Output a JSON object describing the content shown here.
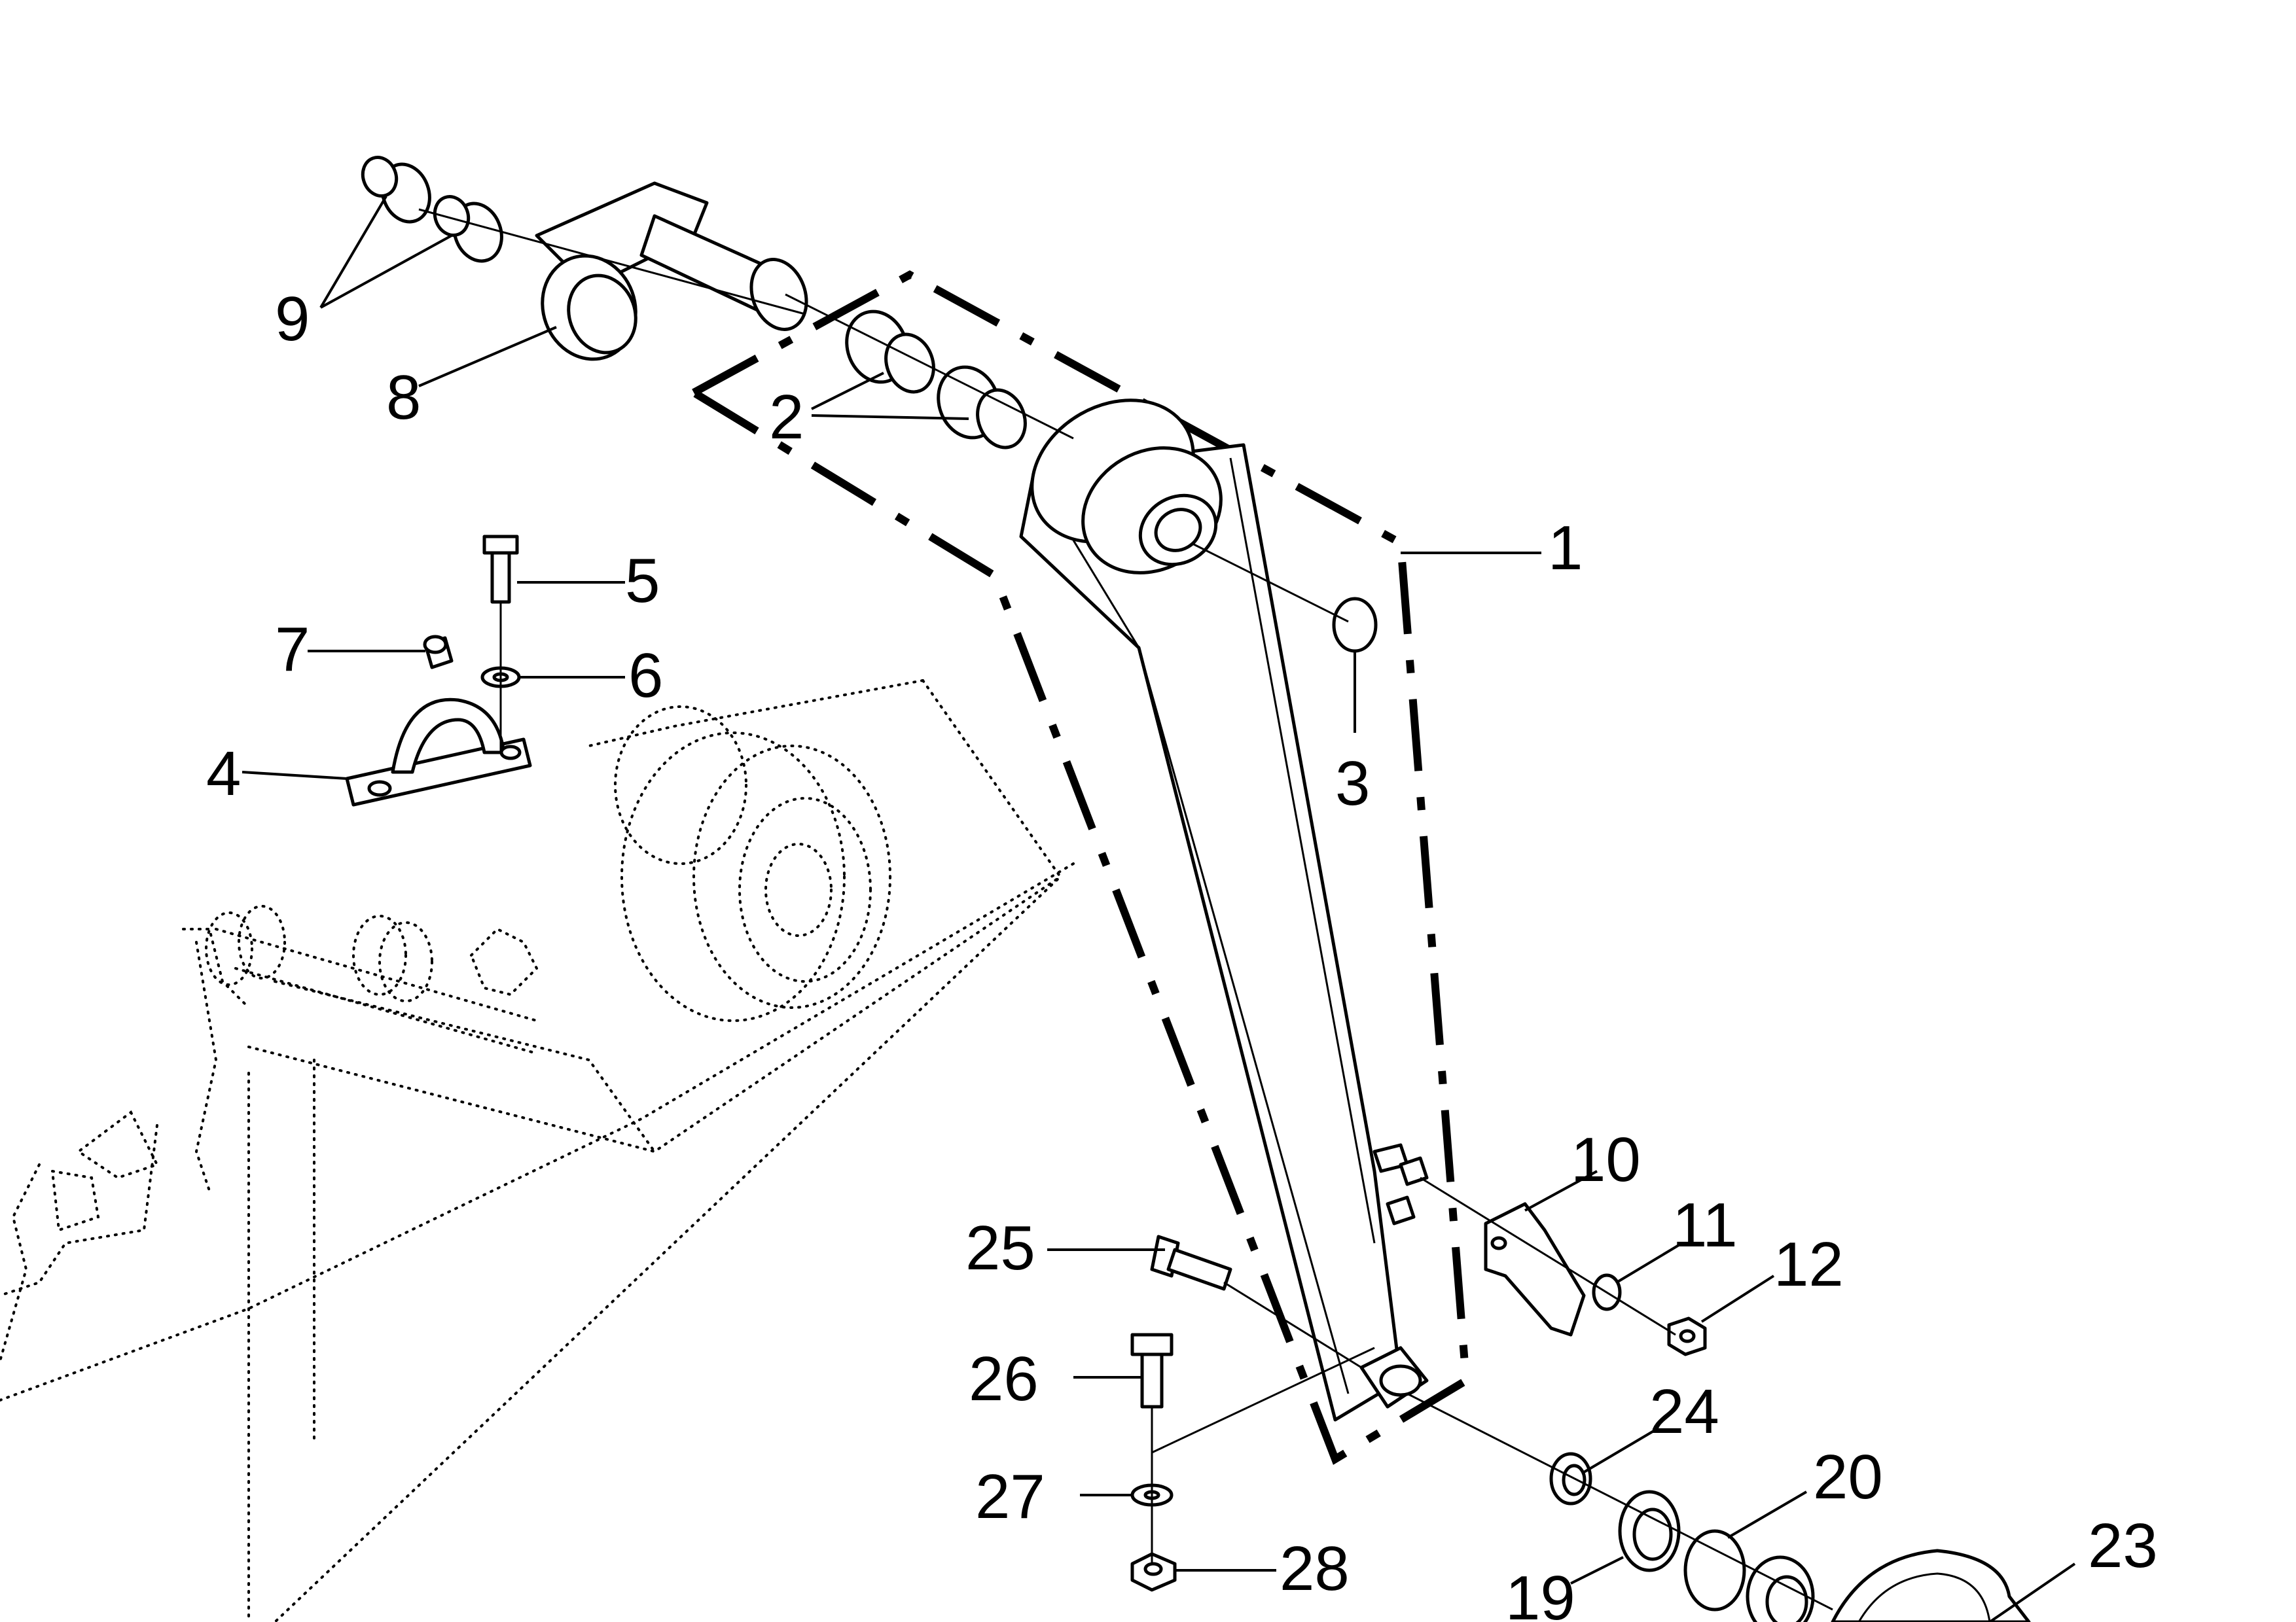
{
  "callouts": [
    {
      "id": "1",
      "label": "1"
    },
    {
      "id": "2",
      "label": "2"
    },
    {
      "id": "3",
      "label": "3"
    },
    {
      "id": "4",
      "label": "4"
    },
    {
      "id": "5",
      "label": "5"
    },
    {
      "id": "6",
      "label": "6"
    },
    {
      "id": "7",
      "label": "7"
    },
    {
      "id": "8",
      "label": "8"
    },
    {
      "id": "9",
      "label": "9"
    },
    {
      "id": "10",
      "label": "10"
    },
    {
      "id": "11",
      "label": "11"
    },
    {
      "id": "12",
      "label": "12"
    },
    {
      "id": "19",
      "label": "19"
    },
    {
      "id": "20",
      "label": "20"
    },
    {
      "id": "23",
      "label": "23"
    },
    {
      "id": "24",
      "label": "24"
    },
    {
      "id": "25",
      "label": "25"
    },
    {
      "id": "26",
      "label": "26"
    },
    {
      "id": "27",
      "label": "27"
    },
    {
      "id": "28",
      "label": "28"
    }
  ],
  "colors": {
    "line": "#000000",
    "background": "#ffffff"
  }
}
